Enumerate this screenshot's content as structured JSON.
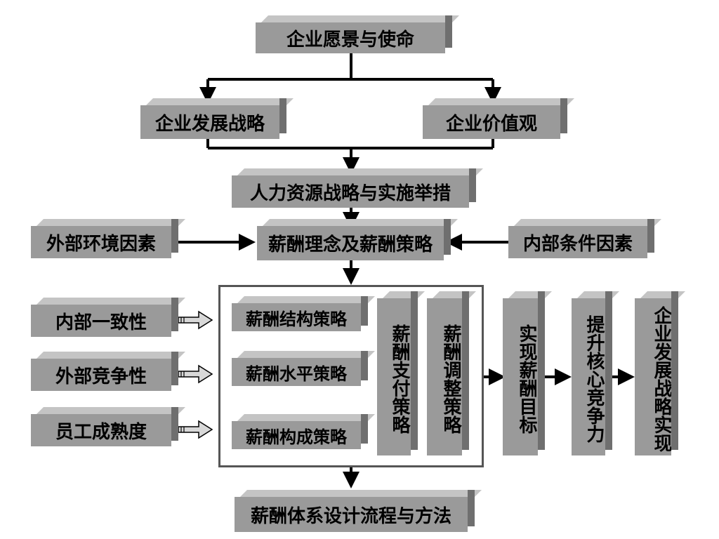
{
  "diagram": {
    "vision_mission": "企业愿景与使命",
    "development_strategy": "企业发展战略",
    "values": "企业价值观",
    "hr_strategy": "人力资源战略与实施举措",
    "external_environment": "外部环境因素",
    "comp_philosophy": "薪酬理念及薪酬策略",
    "internal_conditions": "内部条件因素",
    "internal_consistency": "内部一致性",
    "external_competitiveness": "外部竞争性",
    "employee_maturity": "员工成熟度",
    "comp_structure_strategy": "薪酬结构策略",
    "comp_level_strategy": "薪酬水平策略",
    "comp_composition_strategy": "薪酬构成策略",
    "comp_payment_strategy": "薪酬支付策略",
    "comp_adjustment_strategy": "薪酬调整策略",
    "achieve_comp_goals": "实现薪酬目标",
    "core_competitiveness": "提升核心竞争力",
    "strategy_realization": "企业发展战略实现",
    "design_process": "薪酬体系设计流程与方法"
  },
  "colors": {
    "box_front": "#9a9a9a",
    "box_top": "#c4c4c4",
    "box_side": "#6f6f6f",
    "frame": "#555555",
    "connector": "#000000"
  }
}
